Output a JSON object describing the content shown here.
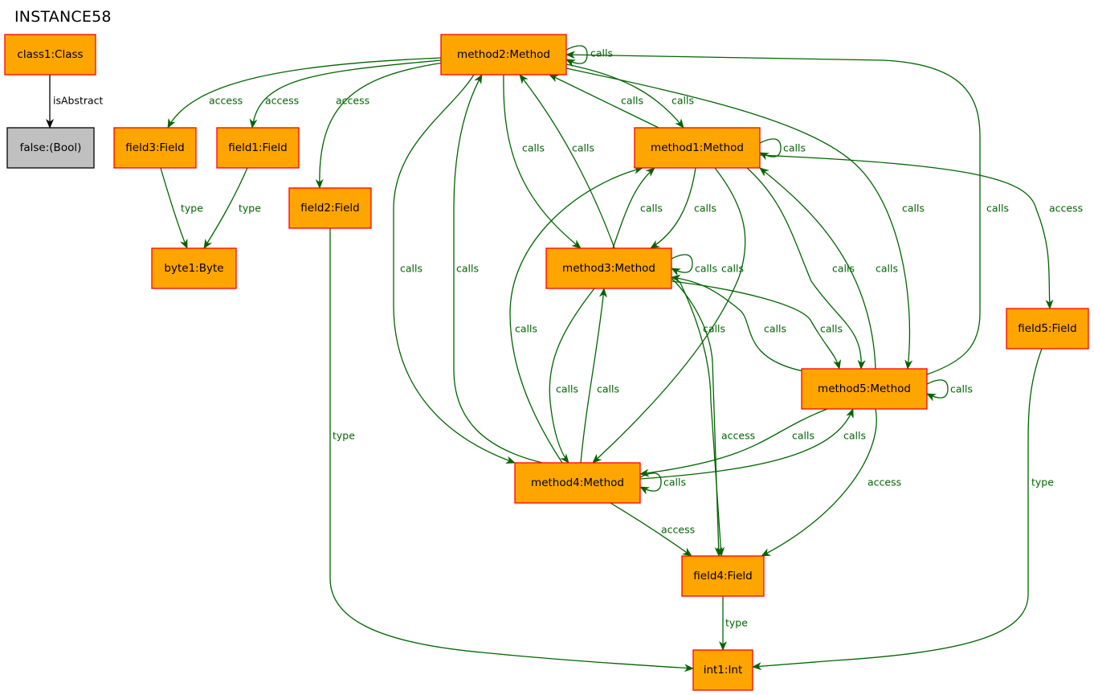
{
  "title": "INSTANCE58",
  "colors": {
    "node_fill": "#ffa500",
    "node_border": "#ff0000",
    "bool_fill": "#c0c0c0",
    "edge": "#006400",
    "abstract_edge": "#000000"
  },
  "nodes": [
    {
      "id": "class1",
      "label": "class1:Class"
    },
    {
      "id": "false",
      "label": "false:(Bool)"
    },
    {
      "id": "method2",
      "label": "method2:Method"
    },
    {
      "id": "field3",
      "label": "field3:Field"
    },
    {
      "id": "field1",
      "label": "field1:Field"
    },
    {
      "id": "field2",
      "label": "field2:Field"
    },
    {
      "id": "byte1",
      "label": "byte1:Byte"
    },
    {
      "id": "method1",
      "label": "method1:Method"
    },
    {
      "id": "method3",
      "label": "method3:Method"
    },
    {
      "id": "field5",
      "label": "field5:Field"
    },
    {
      "id": "method5",
      "label": "method5:Method"
    },
    {
      "id": "method4",
      "label": "method4:Method"
    },
    {
      "id": "field4",
      "label": "field4:Field"
    },
    {
      "id": "int1",
      "label": "int1:Int"
    }
  ],
  "edges": [
    {
      "from": "class1",
      "to": "false",
      "label": "isAbstract"
    },
    {
      "from": "method2",
      "to": "method2",
      "label": "calls"
    },
    {
      "from": "method2",
      "to": "field3",
      "label": "access"
    },
    {
      "from": "method2",
      "to": "field1",
      "label": "access"
    },
    {
      "from": "method2",
      "to": "field2",
      "label": "access"
    },
    {
      "from": "method1",
      "to": "method2",
      "label": "calls"
    },
    {
      "from": "method2",
      "to": "method1",
      "label": "calls"
    },
    {
      "from": "method2",
      "to": "method3",
      "label": "calls"
    },
    {
      "from": "method3",
      "to": "method2",
      "label": "calls"
    },
    {
      "from": "method1",
      "to": "method1",
      "label": "calls"
    },
    {
      "from": "method2",
      "to": "method5",
      "label": "calls"
    },
    {
      "from": "method5",
      "to": "method2",
      "label": "calls"
    },
    {
      "from": "method1",
      "to": "field5",
      "label": "access"
    },
    {
      "from": "field3",
      "to": "byte1",
      "label": "type"
    },
    {
      "from": "field1",
      "to": "byte1",
      "label": "type"
    },
    {
      "from": "method3",
      "to": "method1",
      "label": "calls"
    },
    {
      "from": "method1",
      "to": "method3",
      "label": "calls"
    },
    {
      "from": "method2",
      "to": "method4",
      "label": "calls"
    },
    {
      "from": "method4",
      "to": "method2",
      "label": "calls"
    },
    {
      "from": "method3",
      "to": "method3",
      "label": "calls"
    },
    {
      "from": "method1",
      "to": "method5",
      "label": "calls"
    },
    {
      "from": "method5",
      "to": "method1",
      "label": "calls"
    },
    {
      "from": "method4",
      "to": "method1",
      "label": "calls"
    },
    {
      "from": "method3",
      "to": "field4",
      "label": "calls"
    },
    {
      "from": "method5",
      "to": "method3",
      "label": "calls"
    },
    {
      "from": "method3",
      "to": "method5",
      "label": "calls"
    },
    {
      "from": "method5",
      "to": "method5",
      "label": "calls"
    },
    {
      "from": "method4",
      "to": "method3",
      "label": "calls"
    },
    {
      "from": "method3",
      "to": "method4",
      "label": "calls"
    },
    {
      "from": "method1",
      "to": "method4",
      "label": "calls"
    },
    {
      "from": "field2",
      "to": "int1",
      "label": "type"
    },
    {
      "from": "method3",
      "to": "field4",
      "label": "access"
    },
    {
      "from": "method5",
      "to": "method4",
      "label": "calls"
    },
    {
      "from": "method4",
      "to": "method5",
      "label": "calls"
    },
    {
      "from": "method4",
      "to": "method4",
      "label": "calls"
    },
    {
      "from": "method5",
      "to": "field4",
      "label": "access"
    },
    {
      "from": "method4",
      "to": "field4",
      "label": "access"
    },
    {
      "from": "field5",
      "to": "int1",
      "label": "type"
    },
    {
      "from": "field4",
      "to": "int1",
      "label": "type"
    }
  ]
}
